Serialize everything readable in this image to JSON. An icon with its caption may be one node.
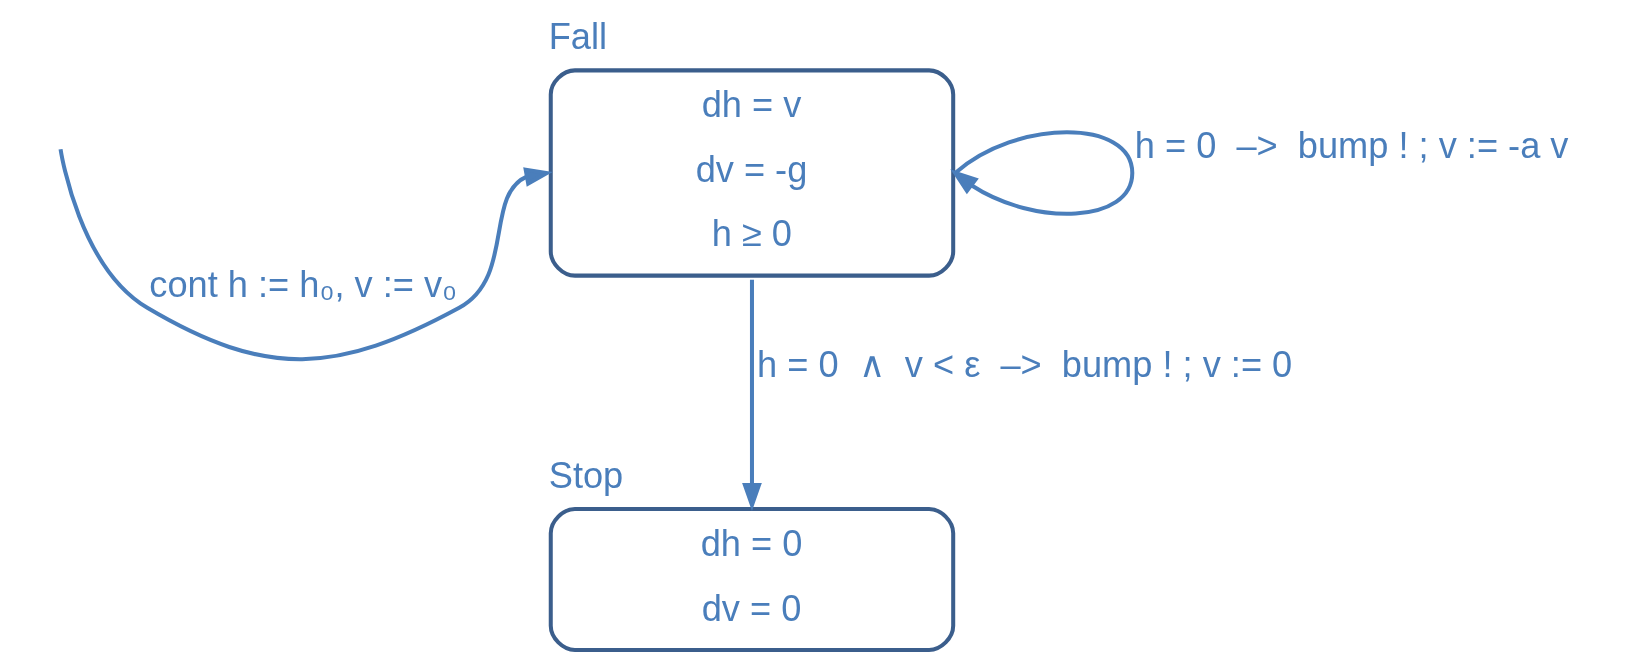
{
  "diagram": {
    "nodes": [
      {
        "text": [
          "Fall",
          "dh = v",
          "dv = -g",
          "h ≥ 0"
        ]
      },
      {
        "text": [
          "Stop",
          "dh = 0",
          "dv = 0"
        ]
      }
    ],
    "edges": [
      {
        "from": null,
        "to": 0,
        "arrow": "to",
        "label": "cont h := h₀, v := v₀"
      },
      {
        "from": 0,
        "to": 0,
        "arrow": "to",
        "label": "h = 0  –>  bump ! ; v := -a v"
      },
      {
        "from": 0,
        "to": 1,
        "arrow": "to",
        "label": "h = 0  ∧  v < ε  –>  bump ! ; v := 0"
      }
    ]
  }
}
